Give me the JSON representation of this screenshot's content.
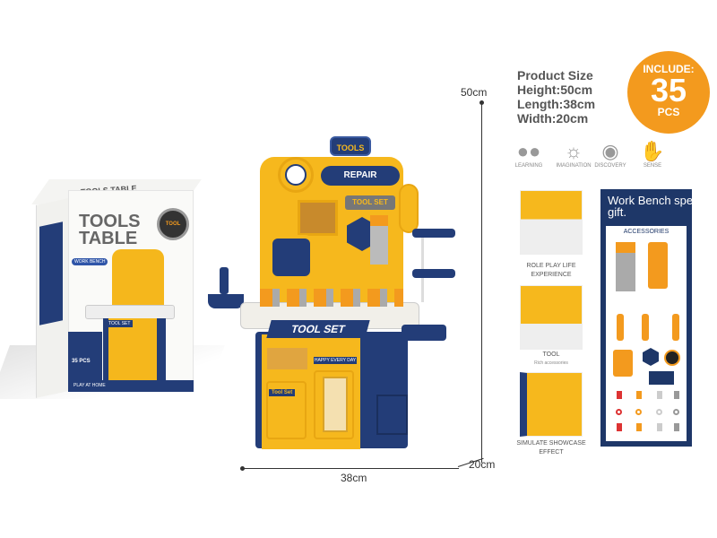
{
  "box": {
    "top_title": "TOOLS TABLE",
    "title": "TOOLS TABLE",
    "bench_tag": "WORK BENCH",
    "badge": "TOOL",
    "pcs": "35 PCS",
    "play": "PLAY AT HOME"
  },
  "toy": {
    "crest": "TOOLS",
    "repair": "REPAIR",
    "toolset_sign": "TOOL SET",
    "desk_label": "TOOL SET",
    "happy": "HAPPY EVERY DAY",
    "door_label": "Tool Set"
  },
  "dimensions": {
    "height": "50cm",
    "length": "38cm",
    "width": "20cm"
  },
  "spec": {
    "title": "Product Size",
    "height": "Height:50cm",
    "length": "Length:38cm",
    "width": "Width:20cm"
  },
  "include": {
    "label": "INCLUDE:",
    "count": "35",
    "unit": "PCS",
    "color": "#f39a1e"
  },
  "features": [
    {
      "icon": "people-icon",
      "label": "LEARNING"
    },
    {
      "icon": "lightbulb-icon",
      "label": "IMAGINATION"
    },
    {
      "icon": "eye-icon",
      "label": "DISCOVERY"
    },
    {
      "icon": "hand-icon",
      "label": "SENSE"
    }
  ],
  "highlights": [
    {
      "caption": "ROLE PLAY LIFE EXPERIENCE",
      "sub": ""
    },
    {
      "caption": "TOOL",
      "sub": "Rich accessories"
    },
    {
      "caption": "SIMULATE SHOWCASE EFFECT",
      "sub": ""
    }
  ],
  "gift": {
    "title": "Work Bench special gift.",
    "accessories": "ACCESSORIES",
    "color": "#1e3768"
  }
}
